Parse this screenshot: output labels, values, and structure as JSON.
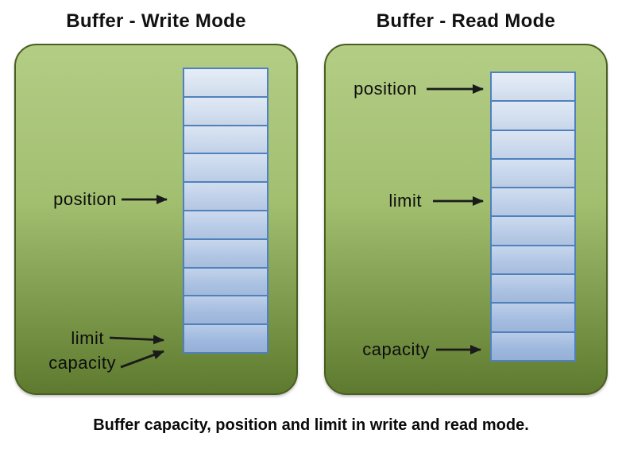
{
  "page": {
    "caption": "Buffer capacity, position and limit in write and read mode."
  },
  "colors": {
    "panel_gradient_top": "#b3cd85",
    "panel_gradient_bottom": "#5e7a2e",
    "panel_border": "#4a5e21",
    "cell_gradient_top": "#dce6f3",
    "cell_gradient_bottom": "#9ab5dd",
    "cell_border": "#4f81bd",
    "text": "#000000",
    "arrow": "#1a1a1a"
  },
  "write_panel": {
    "title": "Buffer - Write Mode",
    "cell_count": 10,
    "annotations": [
      {
        "label": "position",
        "points_to_cell": 5
      },
      {
        "label": "limit",
        "points_to_cell": 10
      },
      {
        "label": "capacity",
        "points_to_cell": 10
      }
    ]
  },
  "read_panel": {
    "title": "Buffer - Read Mode",
    "cell_count": 10,
    "annotations": [
      {
        "label": "position",
        "points_to_cell": 1
      },
      {
        "label": "limit",
        "points_to_cell": 5
      },
      {
        "label": "capacity",
        "points_to_cell": 10
      }
    ]
  }
}
